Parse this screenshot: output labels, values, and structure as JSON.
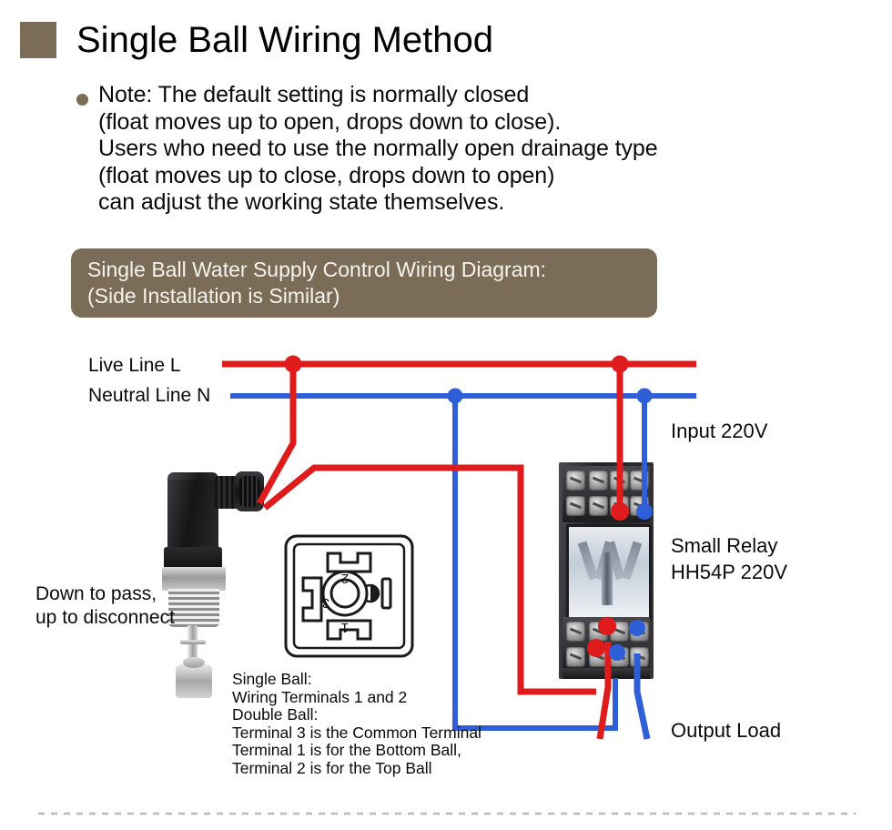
{
  "page": {
    "title": "Single Ball Wiring Method",
    "bullet_icon": "bullet-dot-icon",
    "accent_color": "#7a6c56",
    "wire_live_color": "#e01b1b",
    "wire_neutral_color": "#2f5fd8"
  },
  "note": {
    "lines": [
      "Note: The default setting is normally closed",
      "(float moves up to open, drops down to close).",
      "Users who need to use the normally open drainage type",
      "(float moves up to close, drops down to open)",
      "can adjust the working state themselves."
    ]
  },
  "banner": {
    "line1": "Single Ball Water Supply Control Wiring Diagram:",
    "line2": "(Side Installation is Similar)"
  },
  "diagram": {
    "labels": {
      "live_line": "Live Line L",
      "neutral_line": "Neutral Line N",
      "input": "Input 220V",
      "relay_line1": "Small Relay",
      "relay_line2": "HH54P 220V",
      "output": "Output Load",
      "sensor_note_line1": "Down to pass,",
      "sensor_note_line2": "up to disconnect"
    },
    "terminal_note": {
      "lines": [
        "Single Ball:",
        "Wiring Terminals 1 and 2",
        "Double Ball:",
        "Terminal 3 is the Common Terminal",
        "Terminal 1 is for the Bottom Ball,",
        "Terminal 2 is for the Top Ball"
      ]
    },
    "pinout": {
      "terminal_top": "2",
      "terminal_bottom": "1",
      "terminal_left": "3",
      "ground_symbol": "ground-terminal-icon"
    },
    "parts": {
      "sensor": "float-level-switch",
      "connector_pinout": "din-connector-pinout",
      "relay": "hh54p-relay"
    }
  }
}
